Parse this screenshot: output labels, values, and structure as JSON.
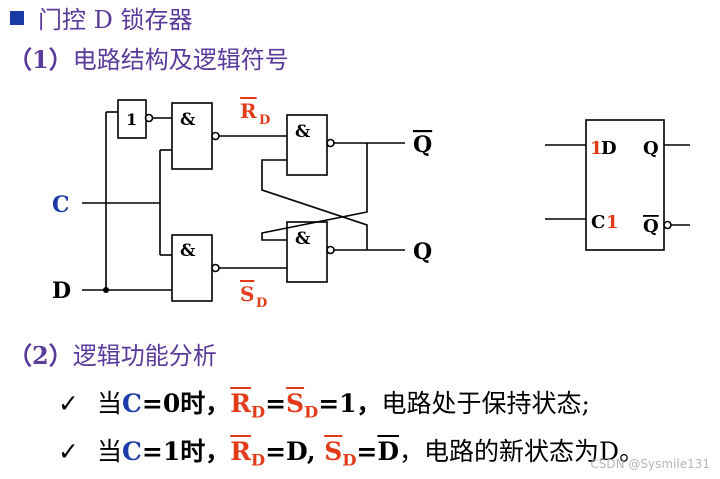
{
  "heading": "门控 D 锁存器",
  "section1": {
    "num": "（1）",
    "title": "电路结构及逻辑符号"
  },
  "section2": {
    "num": "（2）",
    "title": "逻辑功能分析"
  },
  "circuit": {
    "input_c": "C",
    "input_d": "D",
    "not_gate": "1",
    "gate_symbol": "&",
    "rd_letter": "R",
    "rd_sub": "D",
    "sd_letter": "S",
    "sd_sub": "D",
    "q_bar": "Q",
    "q": "Q"
  },
  "symbol": {
    "d_num": "1",
    "d_letter": "D",
    "c_letter": "C",
    "c_num": "1",
    "q_top": "Q",
    "q_bottom": "Q"
  },
  "analysis": {
    "check": "✓",
    "row1": {
      "when": "当",
      "c": "C",
      "cond": "=0时，",
      "r": "R",
      "r_sub": "D",
      "eq1": "=",
      "s": "S",
      "s_sub": "D",
      "val": "=1，",
      "desc": "电路处于保持状态;"
    },
    "row2": {
      "when": "当",
      "c": "C",
      "cond": "=1时，",
      "r": "R",
      "r_sub": "D",
      "eq_d": "=D, ",
      "s": "S",
      "s_sub": "D",
      "eq": "=",
      "dbar": "D",
      "desc": "，电路的新状态为D。"
    }
  },
  "watermark": "CSDN @Sysmile131",
  "colors": {
    "purple": "#5a3a9a",
    "blue": "#1a3aa8",
    "red": "#e23b1a"
  }
}
